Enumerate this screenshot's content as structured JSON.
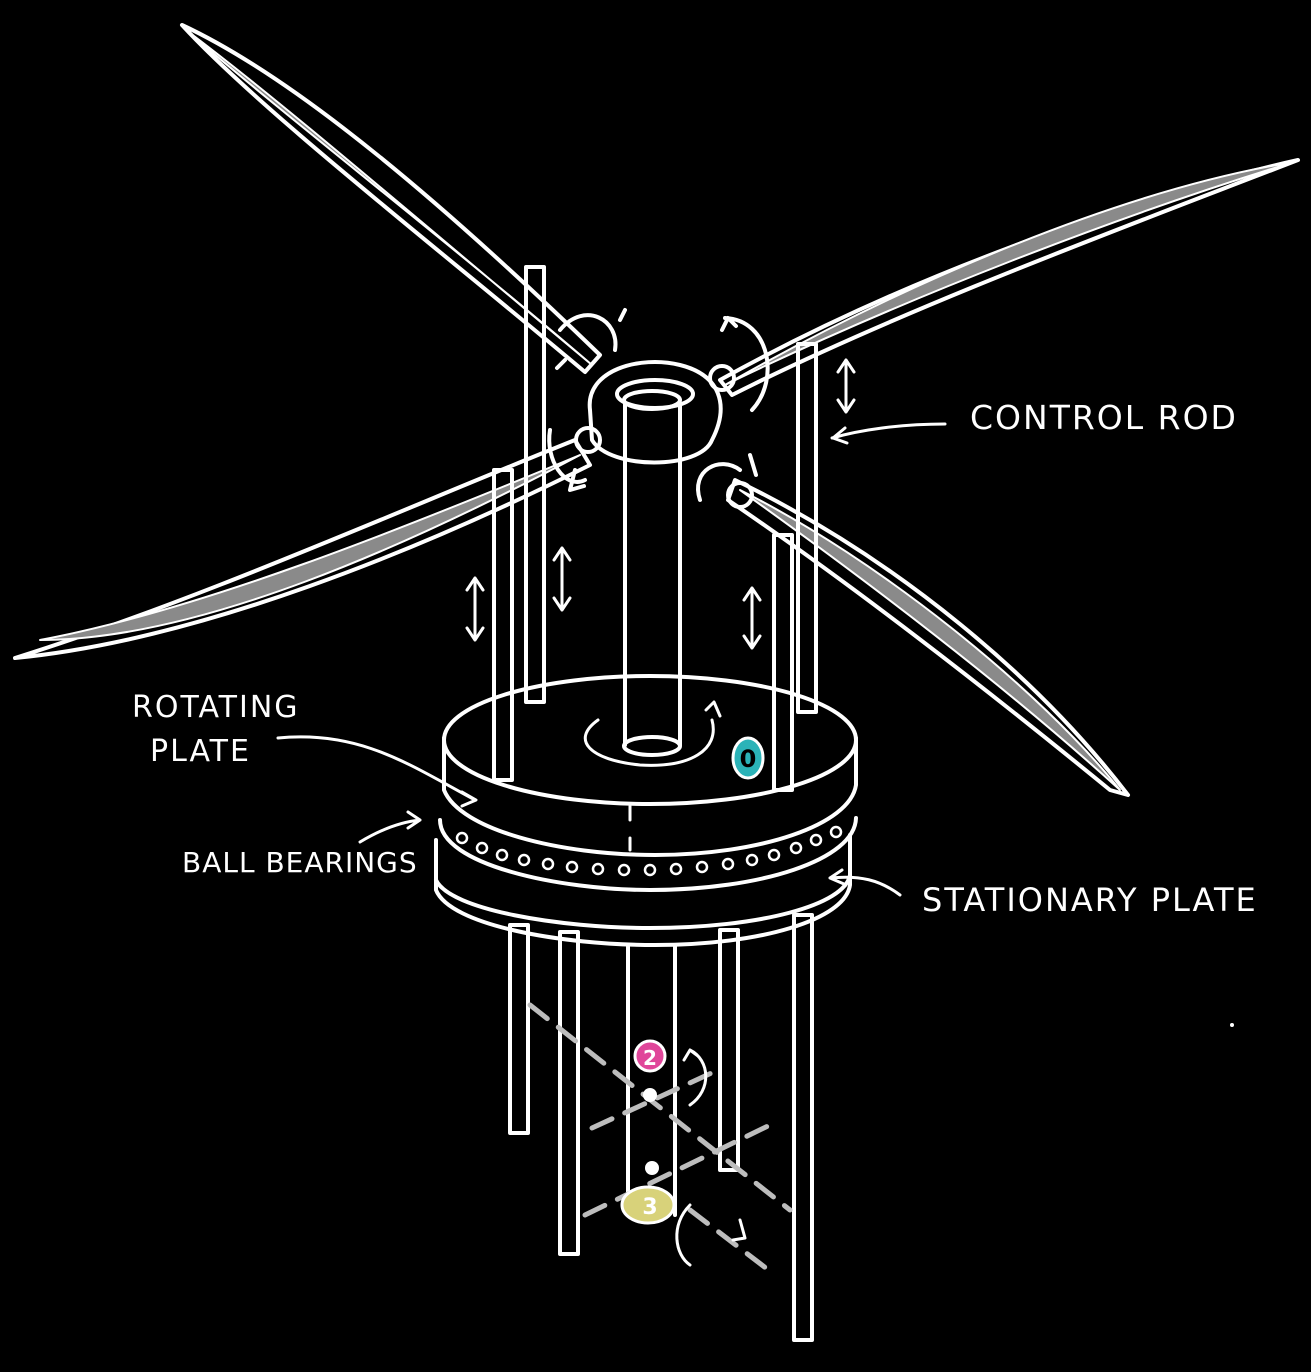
{
  "labels": {
    "control_rod": "CONTROL ROD",
    "rotating_plate_line1": "ROTATING",
    "rotating_plate_line2": "PLATE",
    "ball_bearings": "BALL BEARINGS",
    "stationary_plate": "STATIONARY PLATE"
  },
  "markers": [
    {
      "id": "marker-0",
      "text": "0",
      "color": "#2bb3b8"
    },
    {
      "id": "marker-2",
      "text": "2",
      "color": "#e0469a"
    },
    {
      "id": "marker-3",
      "text": "3",
      "color": "#d8d27a"
    }
  ],
  "colors": {
    "background": "#000000",
    "stroke": "#ffffff",
    "blade_fill": "#8a8a8a",
    "dashed": "#bdbdbd"
  }
}
